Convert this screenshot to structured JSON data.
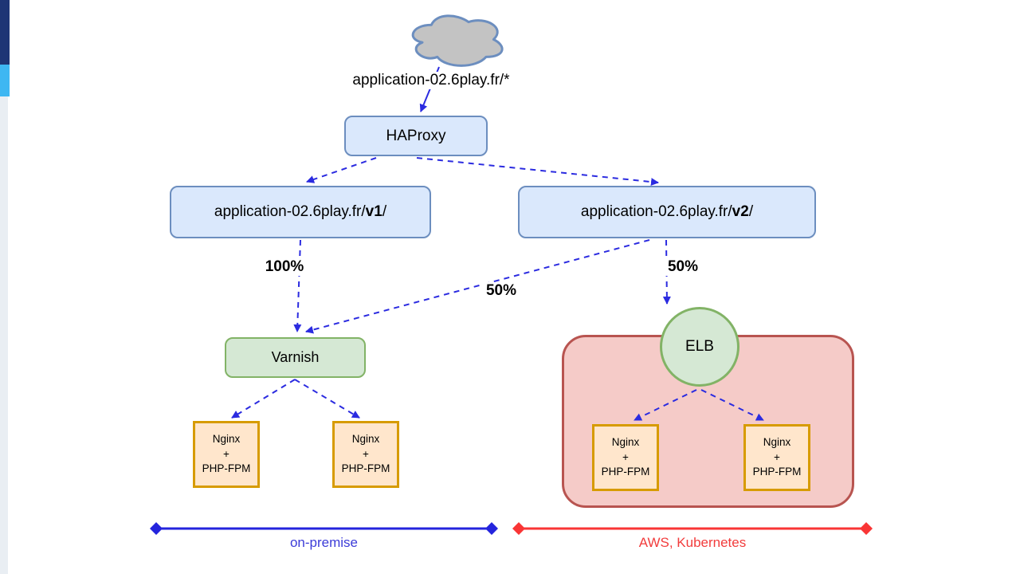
{
  "diagram": {
    "cloud_label": "application-02.6play.fr/*",
    "haproxy_label": "HAProxy",
    "route_v1": {
      "prefix": "application-02.6play.fr/",
      "bold": "v1",
      "suffix": "/"
    },
    "route_v2": {
      "prefix": "application-02.6play.fr/",
      "bold": "v2",
      "suffix": "/"
    },
    "weights": {
      "v1_to_varnish": "100%",
      "v2_to_varnish": "50%",
      "v2_to_elb": "50%"
    },
    "varnish_label": "Varnish",
    "elb_label": "ELB",
    "nginx_node": {
      "line1": "Nginx",
      "line2": "+",
      "line3": "PHP-FPM"
    },
    "zones": {
      "on_premise": "on-premise",
      "aws": "AWS, Kubernetes"
    },
    "colors": {
      "arrow_blue": "#2b2be0",
      "zone_line_blue": "#2424dd",
      "zone_text_blue": "#3c3cd8",
      "zone_line_red": "#f93535",
      "zone_text_red": "#f23c3c",
      "node_blue_fill": "#dae8fc",
      "node_blue_border": "#6c8ebf",
      "node_green_fill": "#d5e8d4",
      "node_green_border": "#82b366",
      "node_orange_fill": "#ffe6cc",
      "node_orange_border": "#d79b00",
      "container_red_fill": "#f5cbc8",
      "container_red_border": "#b85450",
      "cloud_fill": "#c3c3c3",
      "cloud_border": "#6c8ebf",
      "sidebar_navy": "#1e3575",
      "sidebar_cyan": "#3eb7f2"
    }
  }
}
